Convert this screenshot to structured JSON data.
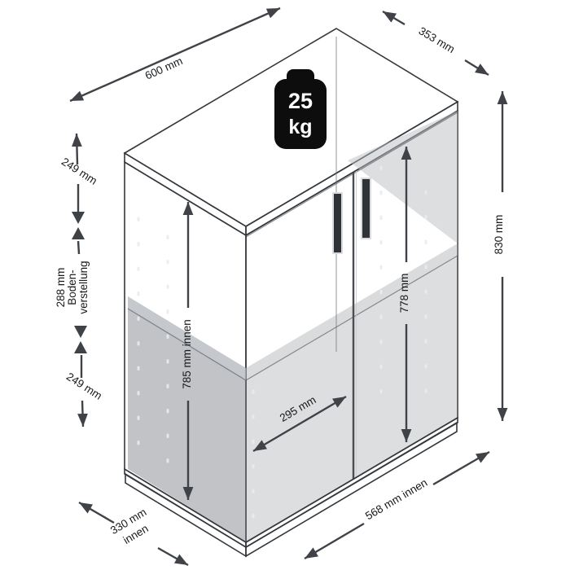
{
  "diagram": {
    "title": "cabinet-dimension-diagram",
    "weight_badge": {
      "value": "25",
      "unit": "kg"
    },
    "dims": {
      "top_width": "600 mm",
      "top_depth": "353 mm",
      "height": "830 mm",
      "side_top": "249 mm",
      "side_mid_1": "288 mm",
      "side_mid_2": "Boden-",
      "side_mid_3": "verstellung",
      "side_bottom": "249 mm",
      "inner_left_height": "785 mm innen",
      "inner_right_height": "778 mm",
      "door_inner_width": "295 mm",
      "bottom_depth_1": "330 mm",
      "bottom_depth_2": "innen",
      "bottom_width": "568 mm innen"
    },
    "colors": {
      "line": "#3f4347",
      "text": "#17191b",
      "badge_bg": "#0d0d0d",
      "badge_text": "#ffffff",
      "cabinet_top": "#c9cdd2",
      "cabinet_side": "#9ba1a8",
      "cabinet_front": "#a9adb3",
      "plinth": "#6d7176"
    }
  }
}
